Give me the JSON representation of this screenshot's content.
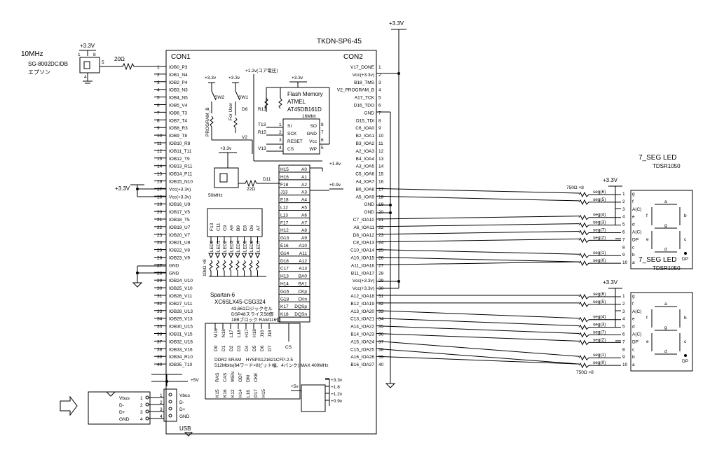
{
  "board_title": "TKDN-SP6-45",
  "oscillator": {
    "freq": "10MHz",
    "part": "SG-8002DC/DB",
    "maker": "エプソン",
    "supply": "+3.3V",
    "pins": [
      "1",
      "8",
      "5",
      "4"
    ],
    "resistor": "20Ω"
  },
  "con1": {
    "title": "CON1",
    "pins": [
      "IOB0_P3",
      "IOB1_N4",
      "IOB2_P4",
      "IOB3_N3",
      "IOB4_N5",
      "IOB5_V4",
      "IOB6_T3",
      "IOB7_T4",
      "IOB8_R3",
      "IOB9_T8",
      "IOB10_R8",
      "IOB11_T11",
      "IOB12_T9",
      "IOB13_R11",
      "IOB14_P11",
      "IOB15_N10",
      "Vcc(+3.3v)",
      "Vcc(+3.3v)",
      "IOB16_U9",
      "IOB17_V5",
      "IOB18_T5",
      "IOB19_U7",
      "IOB20_V7",
      "IOB21_U8",
      "IOB22_V8",
      "IOB23_V9",
      "GND",
      "GND",
      "IOB24_U10",
      "IOB25_V10",
      "IOB26_V11",
      "IOB27_U11",
      "IOB28_U13",
      "IOB29_V13",
      "IOB30_U15",
      "IOB31_V15",
      "IOB32_U16",
      "IOB33_V16",
      "IOB34_R10",
      "IOB35_T10"
    ],
    "nums": [
      "1",
      "2",
      "3",
      "4",
      "5",
      "6",
      "7",
      "8",
      "9",
      "10",
      "11",
      "12",
      "13",
      "14",
      "15",
      "16",
      "17",
      "18",
      "19",
      "20",
      "21",
      "22",
      "23",
      "24",
      "25",
      "26",
      "27",
      "28",
      "29",
      "30",
      "31",
      "32",
      "33",
      "34",
      "35",
      "36",
      "37",
      "38",
      "39",
      "40"
    ],
    "supply": "+3.3V"
  },
  "con2": {
    "title": "CON2",
    "pins": [
      "V17_DONE",
      "Vcc(+3.3v)",
      "B18_TMS",
      "V2_PROGRAM_B",
      "A17_TCK",
      "D16_TDO",
      "GND",
      "D15_TDI",
      "C6_IOA0",
      "B2_IOA1",
      "B3_IOA2",
      "A2_IOA3",
      "B4_IOA4",
      "A3_IOA5",
      "C5_IOA6",
      "A4_IOA7",
      "B6_IOA8",
      "A5_IOA9",
      "GND",
      "GND",
      "C7_IOA10",
      "A6_IOA11",
      "D8_IOA12",
      "C8_IOA13",
      "C10_IOA14",
      "A10_IOA15",
      "A11_IOA16",
      "B11_IOA17",
      "Vcc(+3.3v)",
      "Vcc(+3.3v)",
      "A12_IOA18",
      "B12_IOA19",
      "A13_IOA20",
      "C13_IOA21",
      "A14_IOA22",
      "B14_IOA23",
      "A15_IOA24",
      "C15_IOA25",
      "A16_IOA26",
      "B16_IOA27"
    ],
    "nums": [
      "1",
      "2",
      "3",
      "4",
      "5",
      "6",
      "7",
      "8",
      "9",
      "10",
      "11",
      "12",
      "13",
      "14",
      "15",
      "16",
      "17",
      "18",
      "19",
      "20",
      "21",
      "22",
      "23",
      "24",
      "25",
      "26",
      "27",
      "28",
      "29",
      "30",
      "31",
      "32",
      "33",
      "34",
      "35",
      "36",
      "37",
      "38",
      "39",
      "40"
    ],
    "supply": "+3.3V"
  },
  "switches": {
    "vcc": "+3.3v",
    "sw2": "SW2",
    "sw1": "SW1",
    "d6": "D6",
    "prog": "PROGRAM_B",
    "user": "For User",
    "v2": "V2",
    "core": "+1.2v(コア電圧)"
  },
  "flash": {
    "vcc": "+3.3v",
    "name": "Flash Memory",
    "maker": "ATMEL",
    "part": "AT45DB161D",
    "size": "16Mbit",
    "r13": "R13",
    "t13": "T13",
    "r15": "R15",
    "v13": "V13",
    "left_pins": [
      "SI",
      "SCK",
      "RESET",
      "CS"
    ],
    "right_pins": [
      "SO",
      "GND",
      "Vcc",
      "WP"
    ],
    "left_nums": [
      "1",
      "2",
      "3",
      "4"
    ],
    "right_nums": [
      "8",
      "7",
      "6",
      "5"
    ]
  },
  "osc50": {
    "vcc": "+3.3v",
    "label": "50MHz",
    "res": "22Ω",
    "net": "D11"
  },
  "fpga": {
    "pins": [
      [
        "H15",
        "A0"
      ],
      [
        "H16",
        "A1"
      ],
      [
        "F18",
        "A2"
      ],
      [
        "J13",
        "A3"
      ],
      [
        "E18",
        "A4"
      ],
      [
        "L12",
        "A5"
      ],
      [
        "L13",
        "A6"
      ],
      [
        "F17",
        "A7"
      ],
      [
        "H12",
        "A8"
      ],
      [
        "G13",
        "A9"
      ],
      [
        "E16",
        "A10"
      ],
      [
        "G14",
        "A11"
      ],
      [
        "D18",
        "A12"
      ],
      [
        "C17",
        "A13"
      ],
      [
        "H13",
        "BA0"
      ],
      [
        "H14",
        "BA1"
      ],
      [
        "G16",
        "CKp"
      ],
      [
        "G18",
        "CKn"
      ],
      [
        "K17",
        "DQSp"
      ],
      [
        "K18",
        "DQSn"
      ]
    ],
    "v18": "+1.8v",
    "v09": "+0.9v",
    "led_pins": [
      "F13",
      "C11",
      "C9",
      "A9",
      "B9",
      "E8",
      "D6",
      "A7"
    ],
    "leds": [
      "LED0",
      "LED1",
      "LED2",
      "LED3",
      "LED4",
      "LED5",
      "LED6",
      "LED7"
    ],
    "led_res": "10kΩ ×8",
    "family": "Spartan-6",
    "part": "XC6SLX45-CSG324",
    "spec1": "43,661ロジックセル",
    "spec2": "DSP48スライス58個",
    "spec3": "18Bブロック RAM116個",
    "dq_pins": [
      "M16",
      "N18",
      "L17",
      "L18",
      "H17",
      "H18",
      "J16",
      "J18"
    ],
    "dq": [
      "D0",
      "D1",
      "D2",
      "D3",
      "D4",
      "D5",
      "D6",
      "D7"
    ],
    "cs": "CS",
    "ddr_line1": "DDR2 SRAM　HY5PS121621CFP-2.5",
    "ddr_line2": "512Mbits(64ワード×8ビット幅、4バンク) MAX 400MHz",
    "ctrl_sig": [
      "RAS",
      "CAS",
      "WEN",
      "ODT",
      "DM",
      "CKE"
    ],
    "ctrl_pins": [
      "K15",
      "K16",
      "K12",
      "H14",
      "L16",
      "D17",
      "H15"
    ]
  },
  "reg": {
    "in": "+5v",
    "outs": [
      "+3.3v",
      "+1.8",
      "+1.2v",
      "+0.9v"
    ]
  },
  "usb": {
    "v5": "+5V",
    "labels_left": [
      "Vbus",
      "D-",
      "D+",
      "GND"
    ],
    "labels_right": [
      "Vbus",
      "D-",
      "D+",
      "GND"
    ],
    "nums": [
      "1",
      "2",
      "3",
      "4"
    ],
    "name": "USB"
  },
  "seg1": {
    "vcc": "+3.3V",
    "title": "7_SEG LED",
    "part": "TDSR1050",
    "res_note": "750Ω ×8",
    "segs": [
      "seg(6)",
      "seg(5)",
      "seg(4)",
      "seg(3)",
      "seg(7)",
      "seg(2)",
      "seg(1)",
      "seg(0)"
    ],
    "pins": [
      "g",
      "f",
      "A(C)",
      "e",
      "d",
      "A(C)",
      "DP",
      "c",
      "b",
      "a"
    ],
    "nums": [
      "1",
      "2",
      "3",
      "4",
      "5",
      "6",
      "7",
      "8",
      "9",
      "10"
    ],
    "inner": [
      "a",
      "b",
      "f",
      "g",
      "e",
      "c",
      "d",
      "DP"
    ]
  },
  "seg2": {
    "vcc": "+3.3V",
    "title": "7_SEG LED",
    "part": "TDSR1050",
    "res_note": "750Ω ×8",
    "segs": [
      "seg(6)",
      "seg(5)",
      "seg(4)",
      "seg(3)",
      "seg(7)",
      "seg(2)",
      "seg(1)",
      "seg(0)"
    ],
    "pins": [
      "g",
      "f",
      "A(C)",
      "e",
      "d",
      "A(C)",
      "DP",
      "c",
      "b",
      "a"
    ],
    "nums": [
      "1",
      "2",
      "3",
      "4",
      "5",
      "6",
      "7",
      "8",
      "9",
      "10"
    ],
    "inner": [
      "a",
      "b",
      "f",
      "g",
      "e",
      "c",
      "d",
      "DP"
    ]
  },
  "top_supply": "+3.3V"
}
